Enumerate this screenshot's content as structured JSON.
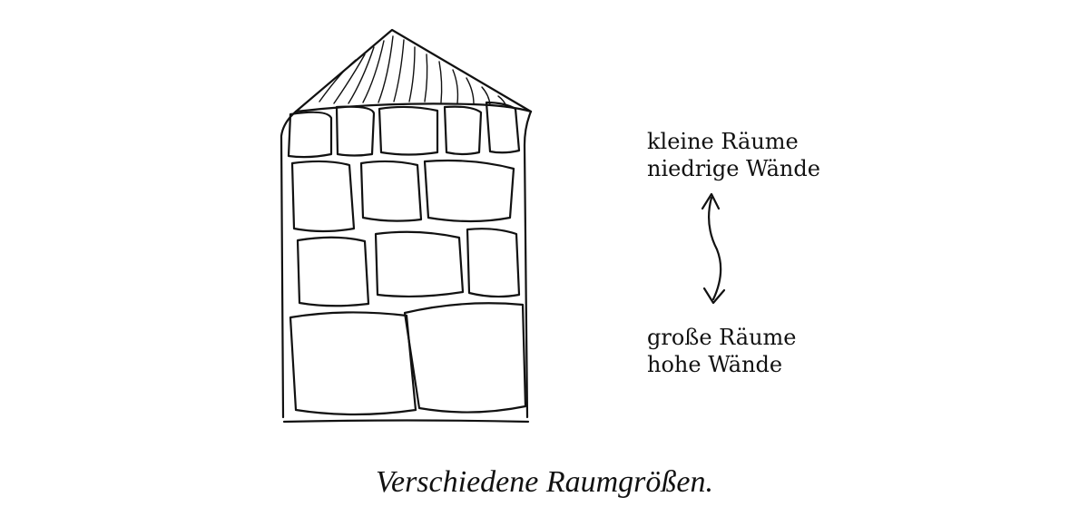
{
  "labels": {
    "small_rooms": {
      "line1": "kleine Räume",
      "line2": "niedrige Wände"
    },
    "large_rooms": {
      "line1": "große Räume",
      "line2": "hohe Wände"
    }
  },
  "caption": "Verschiedene Raumgrößen."
}
